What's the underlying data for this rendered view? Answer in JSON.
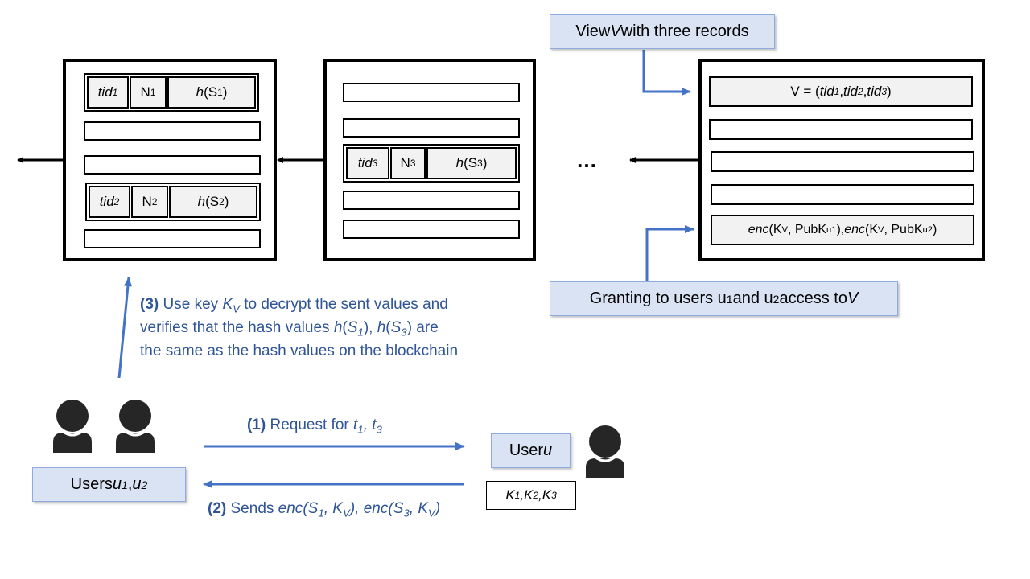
{
  "callouts": {
    "view": {
      "prefix": "View ",
      "var": "V",
      "suffix": " with three records"
    },
    "grant": {
      "prefix": "Granting to users u",
      "sub1": "1",
      "mid": " and u",
      "sub2": "2",
      "mid2": " access to ",
      "var": "V"
    },
    "user_u": {
      "prefix": "User ",
      "var": "u"
    },
    "users": {
      "prefix": "Users ",
      "u1": "u",
      "s1": "1",
      "sep": " , ",
      "u2": "u",
      "s2": "2"
    }
  },
  "records": {
    "r1": {
      "tid": "tid",
      "tid_sub": "1",
      "n": "N",
      "n_sub": "1",
      "h": "h",
      "s": "S",
      "s_sub": "1"
    },
    "r2": {
      "tid": "tid",
      "tid_sub": "2",
      "n": "N",
      "n_sub": "2",
      "h": "h",
      "s": "S",
      "s_sub": "2"
    },
    "r3": {
      "tid": "tid",
      "tid_sub": "3",
      "n": "N",
      "n_sub": "3",
      "h": "h",
      "s": "S",
      "s_sub": "3"
    }
  },
  "view_record": {
    "prefix": "V = (",
    "t1": "tid",
    "s1": "1",
    "sep1": " , ",
    "t2": "tid",
    "s2": "2",
    "sep2": " , ",
    "t3": "tid",
    "s3": "3",
    "suffix": " )"
  },
  "enc_record": {
    "enc1": "enc",
    "k1": "(K",
    "k1sub": "V",
    "pub1": " , PubK",
    "pub1sub": "u1",
    "close1": "), ",
    "enc2": "enc",
    "k2": "(K",
    "k2sub": "V",
    "pub2": " , PubK",
    "pub2sub": "u2",
    "close2": ")"
  },
  "ellipsis": "…",
  "steps": {
    "step3": {
      "num": "(3)",
      "line1a": " Use key ",
      "kv": "K",
      "kv_sub": "V",
      "line1b": " to decrypt the sent values and",
      "line2a": "verifies that the hash values ",
      "h1": "h",
      "s1": "S",
      "s1_sub": "1",
      "comma": ", ",
      "h3": "h",
      "s3": "S",
      "s3_sub": "3",
      "line2b": " are",
      "line3": "the same as the hash values on the blockchain"
    },
    "step1": {
      "num": "(1)",
      "text": " Request for ",
      "t1": "t",
      "t1_sub": "1",
      "sep": ", ",
      "t3": "t",
      "t3_sub": "3"
    },
    "step2": {
      "num": "(2)",
      "text": " Sends ",
      "enc1": "enc",
      "a1": "(",
      "s1": "S",
      "s1_sub": "1",
      "k1": ", K",
      "k1_sub": "V",
      "c1": "), ",
      "enc2": "enc",
      "a2": "(",
      "s3": "S",
      "s3_sub": "3",
      "k2": ", K",
      "k2_sub": "V",
      "c2": ")"
    }
  },
  "keys": {
    "k1": "K",
    "k1_sub": "1",
    "sep1": ", ",
    "k2": "K",
    "k2_sub": "2",
    "sep2": ", ",
    "k3": "K",
    "k3_sub": "3"
  },
  "colors": {
    "accent": "#4472c4",
    "callout_fill": "#dae3f3",
    "step_text": "#2f5597",
    "person": "#262626"
  }
}
